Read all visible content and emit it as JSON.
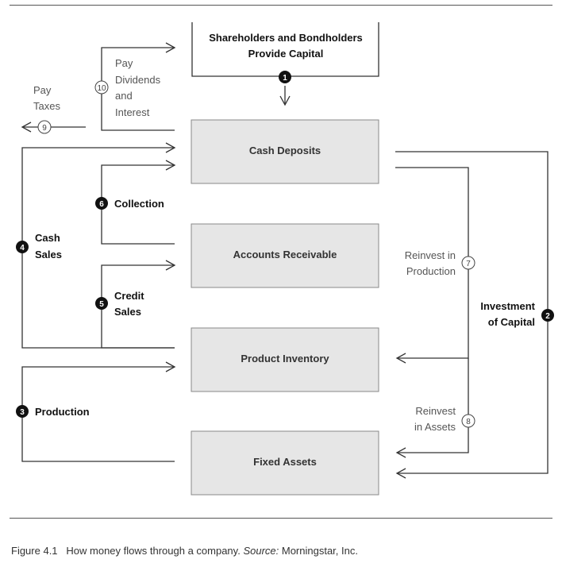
{
  "boxes": {
    "top_line1": "Shareholders and Bondholders",
    "top_line2": "Provide Capital",
    "cash_deposits": "Cash Deposits",
    "accounts_receivable": "Accounts Receivable",
    "product_inventory": "Product Inventory",
    "fixed_assets": "Fixed Assets"
  },
  "flows": {
    "f1": {
      "num": "1"
    },
    "f2": {
      "num": "2",
      "line1": "Investment",
      "line2": "of Capital"
    },
    "f3": {
      "num": "3",
      "label": "Production"
    },
    "f4": {
      "num": "4",
      "line1": "Cash",
      "line2": "Sales"
    },
    "f5": {
      "num": "5",
      "line1": "Credit",
      "line2": "Sales"
    },
    "f6": {
      "num": "6",
      "label": "Collection"
    },
    "f7": {
      "num": "7",
      "line1": "Reinvest in",
      "line2": "Production"
    },
    "f8": {
      "num": "8",
      "line1": "Reinvest",
      "line2": "in Assets"
    },
    "f9": {
      "num": "9",
      "line1": "Pay",
      "line2": "Taxes"
    },
    "f10": {
      "num": "10",
      "line1": "Pay",
      "line2": "Dividends",
      "line3": "and",
      "line4": "Interest"
    }
  },
  "caption": {
    "figure": "Figure 4.1",
    "text": "How money flows through a company.",
    "source_label": "Source:",
    "source": "Morningstar, Inc."
  }
}
